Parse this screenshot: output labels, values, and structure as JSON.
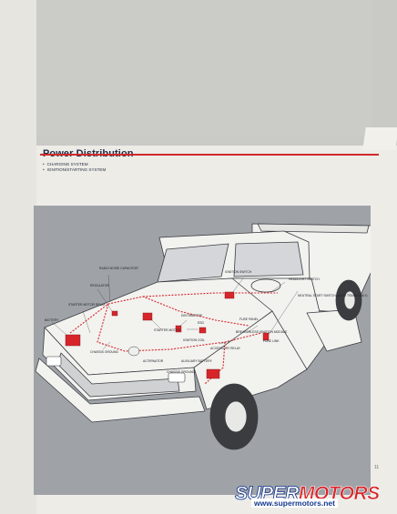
{
  "page": {
    "title": "Power Distribution",
    "bullets": [
      "CHARGING SYSTEM",
      "IGNITION/STARTING SYSTEM"
    ],
    "page_number": "11"
  },
  "diagram": {
    "labels": {
      "radio_noise": "RADIO NOISE CAPACITOR",
      "regulator": "REGULATOR",
      "starter_relay": "STARTER MOTOR RELAY",
      "battery": "BATTERY",
      "chassis_ground_1": "CHASSIS GROUND",
      "alternator": "ALTERNATOR",
      "starter_motor": "STARTER MOTOR",
      "ignition_coil": "IGNITION COIL",
      "distributor": "DISTRIBUTOR",
      "esd": "ESD",
      "auxiliary_battery": "AUXILIARY BATTERY",
      "chassis_ground_2": "CHASSIS GROUND",
      "accessory_relay": "ACCESSORY RELAY",
      "breakerless_module": "BREAKERLESS IGNITION MODULE",
      "fuse_panel": "FUSE PANEL",
      "ignition_switch": "IGNITION SWITCH",
      "headlight_switch": "HEADLIGHT SWITCH",
      "neutral_start": "NEUTRAL START SWITCH (AUTO TRANS ONLY)",
      "fuse_link": "FUSE LINK"
    },
    "colors": {
      "wire": "#d7262b",
      "background": "#9fa3a8",
      "body": "#f2f2ef"
    }
  },
  "watermark": {
    "brand_a": "SUPER",
    "brand_b": "MOTORS",
    "url": "www.supermotors.net",
    "colors": {
      "brand_a": "#ffffff",
      "brand_b": "#d8262b",
      "outline": "#0a2d8c"
    }
  }
}
